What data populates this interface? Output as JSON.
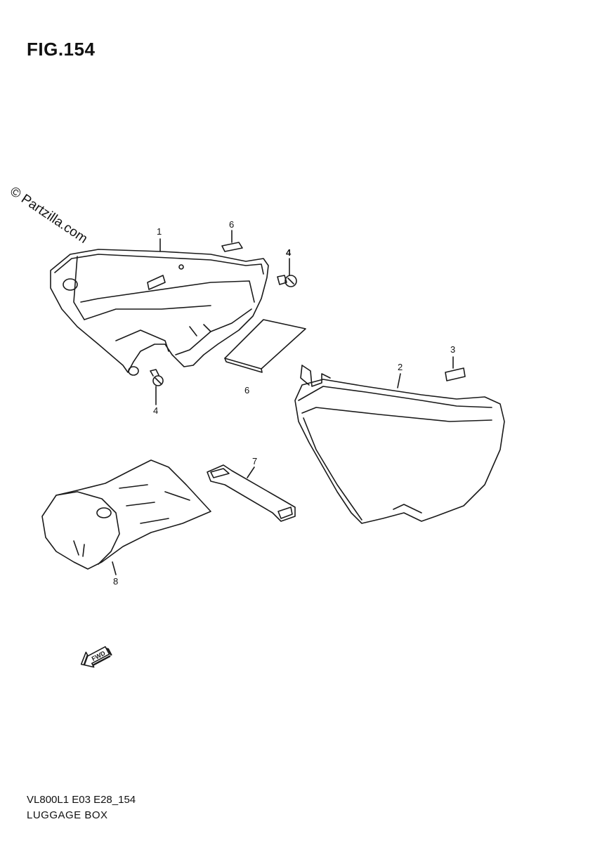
{
  "header": {
    "figure_title": "FIG.154"
  },
  "watermark": {
    "text": "© Partzilla.com"
  },
  "callouts": [
    {
      "id": "part-1",
      "label": "1"
    },
    {
      "id": "part-2",
      "label": "2"
    },
    {
      "id": "part-3",
      "label": "3"
    },
    {
      "id": "part-4-upper",
      "label": "4"
    },
    {
      "id": "part-4-lower",
      "label": "4"
    },
    {
      "id": "part-6-upper",
      "label": "6"
    },
    {
      "id": "part-6-lower",
      "label": "6"
    },
    {
      "id": "part-7",
      "label": "7"
    },
    {
      "id": "part-8",
      "label": "8"
    }
  ],
  "direction_marker": {
    "text": "FWD",
    "icon": "forward-arrow-icon"
  },
  "footer": {
    "drawing_code": "VL800L1 E03 E28_154",
    "caption": "LUGGAGE BOX"
  },
  "colors": {
    "line": "#1a1a1a",
    "background": "#ffffff"
  }
}
